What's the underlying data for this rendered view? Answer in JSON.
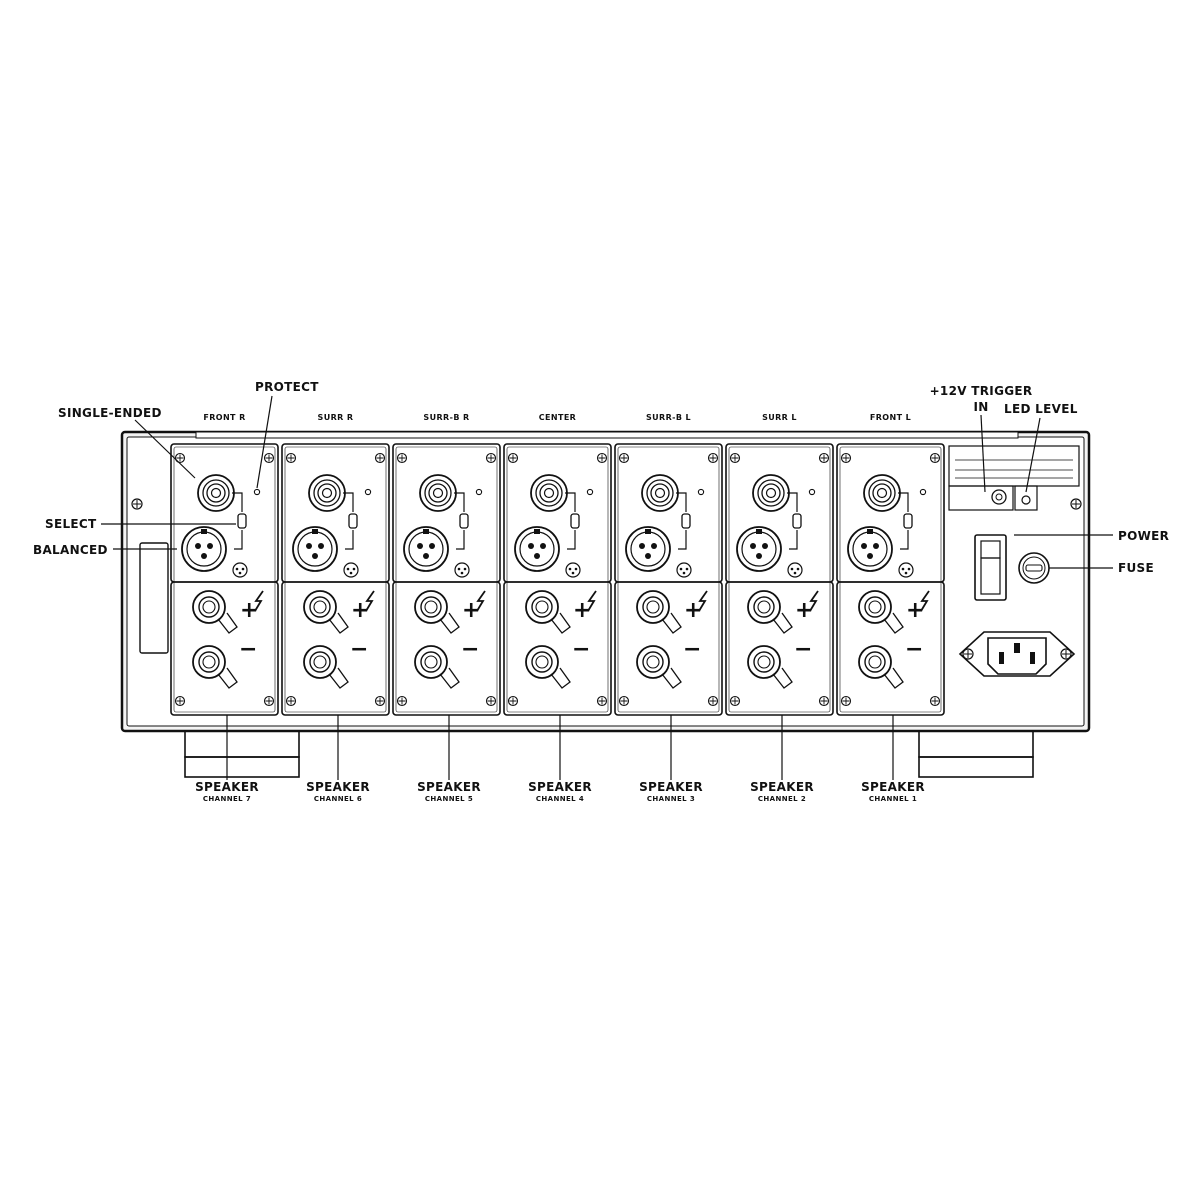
{
  "callouts": {
    "single_ended": "SINGLE-ENDED",
    "protect": "PROTECT",
    "select": "SELECT",
    "balanced": "BALANCED",
    "trigger_line1": "+12V TRIGGER",
    "trigger_line2": "IN",
    "led_level": "LED LEVEL",
    "power": "POWER",
    "fuse": "FUSE"
  },
  "channels": [
    {
      "name": "FRONT R",
      "speaker": "SPEAKER",
      "channel": "CHANNEL 7"
    },
    {
      "name": "SURR R",
      "speaker": "SPEAKER",
      "channel": "CHANNEL 6"
    },
    {
      "name": "SURR-B R",
      "speaker": "SPEAKER",
      "channel": "CHANNEL 5"
    },
    {
      "name": "CENTER",
      "speaker": "SPEAKER",
      "channel": "CHANNEL 4"
    },
    {
      "name": "SURR-B L",
      "speaker": "SPEAKER",
      "channel": "CHANNEL 3"
    },
    {
      "name": "SURR L",
      "speaker": "SPEAKER",
      "channel": "CHANNEL 2"
    },
    {
      "name": "FRONT L",
      "speaker": "SPEAKER",
      "channel": "CHANNEL 1"
    }
  ],
  "terminal_symbols": {
    "plus": "+",
    "minus": "−"
  },
  "icons": [
    "screw-icon",
    "rca-jack-icon",
    "xlr-jack-icon",
    "binding-post-icon",
    "lightning-icon",
    "iec-inlet-icon",
    "fuse-holder-icon",
    "rocker-switch-icon"
  ]
}
